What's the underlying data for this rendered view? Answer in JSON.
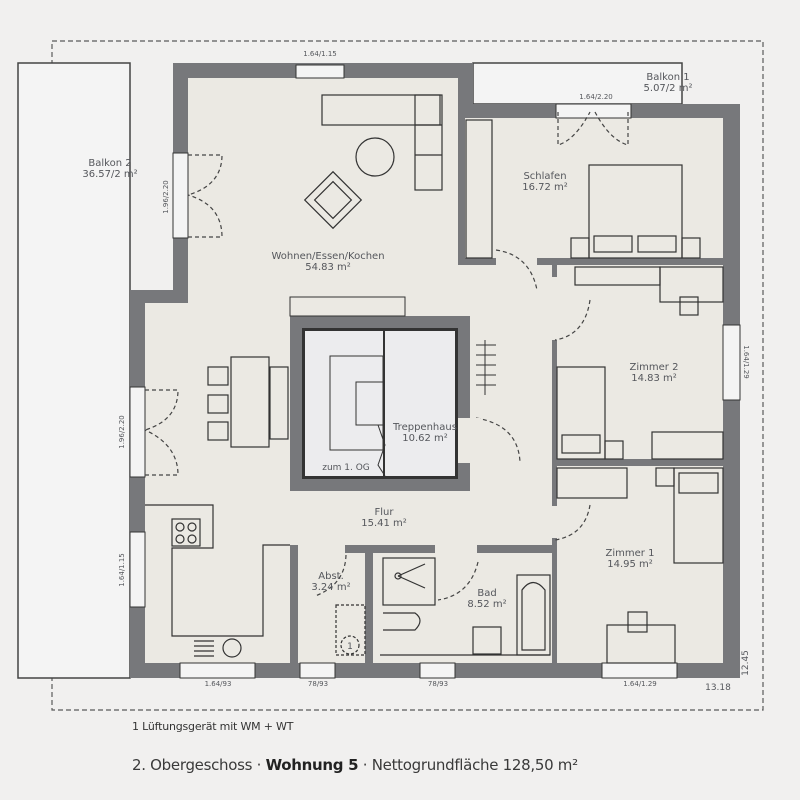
{
  "colors": {
    "background": "#f1f0ef",
    "interior": "#ebe9e3",
    "wall": "#77787b",
    "balcony": "#f4f4f4",
    "stair": "#ececee",
    "line": "#3a3a3a",
    "text": "#55575c"
  },
  "rooms": {
    "wohnen": {
      "name": "Wohnen/Essen/Kochen",
      "area": "54.83 m²"
    },
    "schlafen": {
      "name": "Schlafen",
      "area": "16.72 m²"
    },
    "zimmer2": {
      "name": "Zimmer 2",
      "area": "14.83 m²"
    },
    "zimmer1": {
      "name": "Zimmer 1",
      "area": "14.95 m²"
    },
    "treppenhaus": {
      "name": "Treppenhaus",
      "area": "10.62 m²"
    },
    "flur": {
      "name": "Flur",
      "area": "15.41 m²"
    },
    "abst": {
      "name": "Abst.",
      "area": "3.24 m²"
    },
    "bad": {
      "name": "Bad",
      "area": "8.52 m²"
    },
    "balkon1": {
      "name": "Balkon 1",
      "area": "5.07/2 m²"
    },
    "balkon2": {
      "name": "Balkon 2",
      "area": "36.57/2 m²"
    }
  },
  "stair_label": "zum 1. OG",
  "appliance_marker": "1",
  "dimensions": {
    "top_window": "1.64/1.15",
    "balkon1_door": "1.64/2.20",
    "left_door_upper": "1.96/2.20",
    "left_door_lower": "1.96/2.20",
    "left_window": "1.64/1.15",
    "right_window": "1.64/1.29",
    "bottom_kitchen_window": "1.64/93",
    "bottom_abst_window": "78/93",
    "bottom_bad_window": "78/93",
    "bottom_zimmer1_window": "1.64/1.29",
    "overall_width": "13.18",
    "overall_depth": "12.45"
  },
  "footer": {
    "footnote": "1 Lüftungsgerät mit WM + WT",
    "floor": "2. Obergeschoss",
    "separator": " · ",
    "unit": "Wohnung 5",
    "net_area": "Nettogrundfläche 128,50 m²"
  }
}
